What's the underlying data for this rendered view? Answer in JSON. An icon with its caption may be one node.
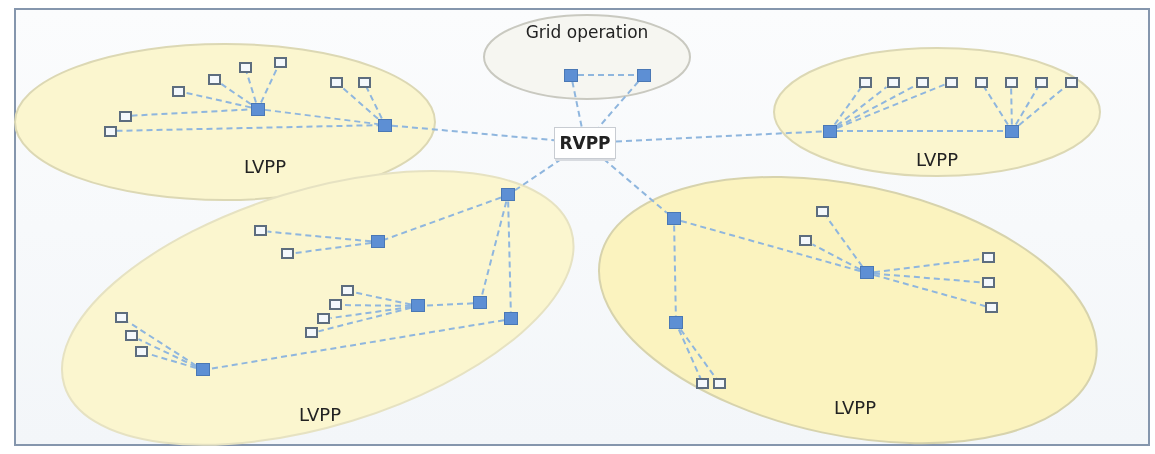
{
  "diagram": {
    "nodes": [
      {
        "text": [
          "Grid operation"
        ]
      },
      {
        "text": [],
        "shape": "box",
        "in": 0
      },
      {
        "text": [],
        "shape": "box",
        "in": 0
      },
      {
        "text": [
          "RVPP"
        ]
      },
      {
        "text": [
          "LVPP"
        ]
      },
      {
        "text": [],
        "shape": "box",
        "in": 4
      },
      {
        "text": [],
        "shape": "box",
        "in": 4
      },
      {
        "text": [],
        "shape": "box",
        "in": 4
      },
      {
        "text": [],
        "shape": "box",
        "in": 4
      },
      {
        "text": [],
        "shape": "box",
        "in": 4
      },
      {
        "text": [],
        "shape": "box",
        "in": 4
      },
      {
        "text": [],
        "shape": "box",
        "in": 4
      },
      {
        "text": [],
        "shape": "box",
        "in": 4
      },
      {
        "text": [],
        "shape": "box",
        "in": 4
      },
      {
        "text": [],
        "shape": "box",
        "in": 4
      },
      {
        "text": [
          "LVPP"
        ]
      },
      {
        "text": [],
        "shape": "box",
        "in": 15
      },
      {
        "text": [],
        "shape": "box",
        "in": 15
      },
      {
        "text": [],
        "shape": "box",
        "in": 15
      },
      {
        "text": [],
        "shape": "box",
        "in": 15
      },
      {
        "text": [],
        "shape": "box",
        "in": 15
      },
      {
        "text": [],
        "shape": "box",
        "in": 15
      },
      {
        "text": [],
        "shape": "box",
        "in": 15
      },
      {
        "text": [],
        "shape": "box",
        "in": 15
      },
      {
        "text": [],
        "shape": "box",
        "in": 15
      },
      {
        "text": [],
        "shape": "box",
        "in": 15
      },
      {
        "text": [
          "LVPP"
        ]
      },
      {
        "text": [],
        "shape": "box",
        "in": 26
      },
      {
        "text": [],
        "shape": "box",
        "in": 26
      },
      {
        "text": [],
        "shape": "box",
        "in": 26
      },
      {
        "text": [],
        "shape": "box",
        "in": 26
      },
      {
        "text": [],
        "shape": "box",
        "in": 26
      },
      {
        "text": [],
        "shape": "box",
        "in": 26
      },
      {
        "text": [],
        "shape": "box",
        "in": 26
      },
      {
        "text": [],
        "shape": "box",
        "in": 26
      },
      {
        "text": [],
        "shape": "box",
        "in": 26
      },
      {
        "text": [],
        "shape": "box",
        "in": 26
      },
      {
        "text": [],
        "shape": "box",
        "in": 26
      },
      {
        "text": [],
        "shape": "box",
        "in": 26
      },
      {
        "text": [],
        "shape": "box",
        "in": 26
      },
      {
        "text": [],
        "shape": "box",
        "in": 26
      },
      {
        "text": [],
        "shape": "box",
        "in": 26
      },
      {
        "text": [
          "LVPP"
        ]
      },
      {
        "text": [],
        "shape": "box",
        "in": 42
      },
      {
        "text": [],
        "shape": "box",
        "in": 42
      },
      {
        "text": [],
        "shape": "box",
        "in": 42
      },
      {
        "text": [],
        "shape": "box",
        "in": 42
      },
      {
        "text": [],
        "shape": "box",
        "in": 42
      },
      {
        "text": [],
        "shape": "box",
        "in": 42
      },
      {
        "text": [],
        "shape": "box",
        "in": 42
      },
      {
        "text": [],
        "shape": "box",
        "in": 42
      },
      {
        "text": [],
        "shape": "box",
        "in": 42
      },
      {
        "text": [],
        "shape": "box",
        "in": 42
      }
    ],
    "edges": [
      {
        "from": 1,
        "to": 2,
        "arrow": "none",
        "style": "dashed"
      },
      {
        "from": 1,
        "to": 3,
        "arrow": "none",
        "style": "dashed"
      },
      {
        "from": 2,
        "to": 3,
        "arrow": "none",
        "style": "dashed"
      },
      {
        "from": 5,
        "to": 7,
        "arrow": "none",
        "style": "dashed"
      },
      {
        "from": 5,
        "to": 8,
        "arrow": "none",
        "style": "dashed"
      },
      {
        "from": 5,
        "to": 9,
        "arrow": "none",
        "style": "dashed"
      },
      {
        "from": 5,
        "to": 10,
        "arrow": "none",
        "style": "dashed"
      },
      {
        "from": 6,
        "to": 13,
        "arrow": "none",
        "style": "dashed"
      },
      {
        "from": 6,
        "to": 14,
        "arrow": "none",
        "style": "dashed"
      },
      {
        "from": 11,
        "to": 5,
        "arrow": "none",
        "style": "dashed"
      },
      {
        "from": 12,
        "to": 6,
        "arrow": "none",
        "style": "dashed"
      },
      {
        "from": 5,
        "to": 6,
        "arrow": "none",
        "style": "dashed"
      },
      {
        "from": 6,
        "to": 3,
        "arrow": "none",
        "style": "dashed"
      },
      {
        "from": 3,
        "to": 16,
        "arrow": "none",
        "style": "dashed"
      },
      {
        "from": 16,
        "to": 17,
        "arrow": "none",
        "style": "dashed"
      },
      {
        "from": 16,
        "to": 18,
        "arrow": "none",
        "style": "dashed"
      },
      {
        "from": 16,
        "to": 19,
        "arrow": "none",
        "style": "dashed"
      },
      {
        "from": 16,
        "to": 20,
        "arrow": "none",
        "style": "dashed"
      },
      {
        "from": 16,
        "to": 21,
        "arrow": "none",
        "style": "dashed"
      },
      {
        "from": 17,
        "to": 22,
        "arrow": "none",
        "style": "dashed"
      },
      {
        "from": 17,
        "to": 23,
        "arrow": "none",
        "style": "dashed"
      },
      {
        "from": 17,
        "to": 24,
        "arrow": "none",
        "style": "dashed"
      },
      {
        "from": 17,
        "to": 25,
        "arrow": "none",
        "style": "dashed"
      },
      {
        "from": 3,
        "to": 27,
        "arrow": "none",
        "style": "dashed"
      },
      {
        "from": 27,
        "to": 28,
        "arrow": "none",
        "style": "dashed"
      },
      {
        "from": 28,
        "to": 33,
        "arrow": "none",
        "style": "dashed"
      },
      {
        "from": 28,
        "to": 34,
        "arrow": "none",
        "style": "dashed"
      },
      {
        "from": 27,
        "to": 29,
        "arrow": "none",
        "style": "dashed"
      },
      {
        "from": 27,
        "to": 30,
        "arrow": "none",
        "style": "dashed"
      },
      {
        "from": 29,
        "to": 31,
        "arrow": "none",
        "style": "dashed"
      },
      {
        "from": 31,
        "to": 35,
        "arrow": "none",
        "style": "dashed"
      },
      {
        "from": 31,
        "to": 36,
        "arrow": "none",
        "style": "dashed"
      },
      {
        "from": 31,
        "to": 37,
        "arrow": "none",
        "style": "dashed"
      },
      {
        "from": 31,
        "to": 38,
        "arrow": "none",
        "style": "dashed"
      },
      {
        "from": 30,
        "to": 32,
        "arrow": "none",
        "style": "dashed"
      },
      {
        "from": 32,
        "to": 39,
        "arrow": "none",
        "style": "dashed"
      },
      {
        "from": 32,
        "to": 40,
        "arrow": "none",
        "style": "dashed"
      },
      {
        "from": 32,
        "to": 41,
        "arrow": "none",
        "style": "dashed"
      },
      {
        "from": 3,
        "to": 43,
        "arrow": "none",
        "style": "dashed"
      },
      {
        "from": 43,
        "to": 44,
        "arrow": "none",
        "style": "dashed"
      },
      {
        "from": 43,
        "to": 45,
        "arrow": "none",
        "style": "dashed"
      },
      {
        "from": 44,
        "to": 46,
        "arrow": "none",
        "style": "dashed"
      },
      {
        "from": 44,
        "to": 47,
        "arrow": "none",
        "style": "dashed"
      },
      {
        "from": 44,
        "to": 48,
        "arrow": "none",
        "style": "dashed"
      },
      {
        "from": 44,
        "to": 49,
        "arrow": "none",
        "style": "dashed"
      },
      {
        "from": 44,
        "to": 50,
        "arrow": "none",
        "style": "dashed"
      },
      {
        "from": 45,
        "to": 51,
        "arrow": "none",
        "style": "dashed"
      },
      {
        "from": 45,
        "to": 52,
        "arrow": "none",
        "style": "dashed"
      }
    ]
  }
}
